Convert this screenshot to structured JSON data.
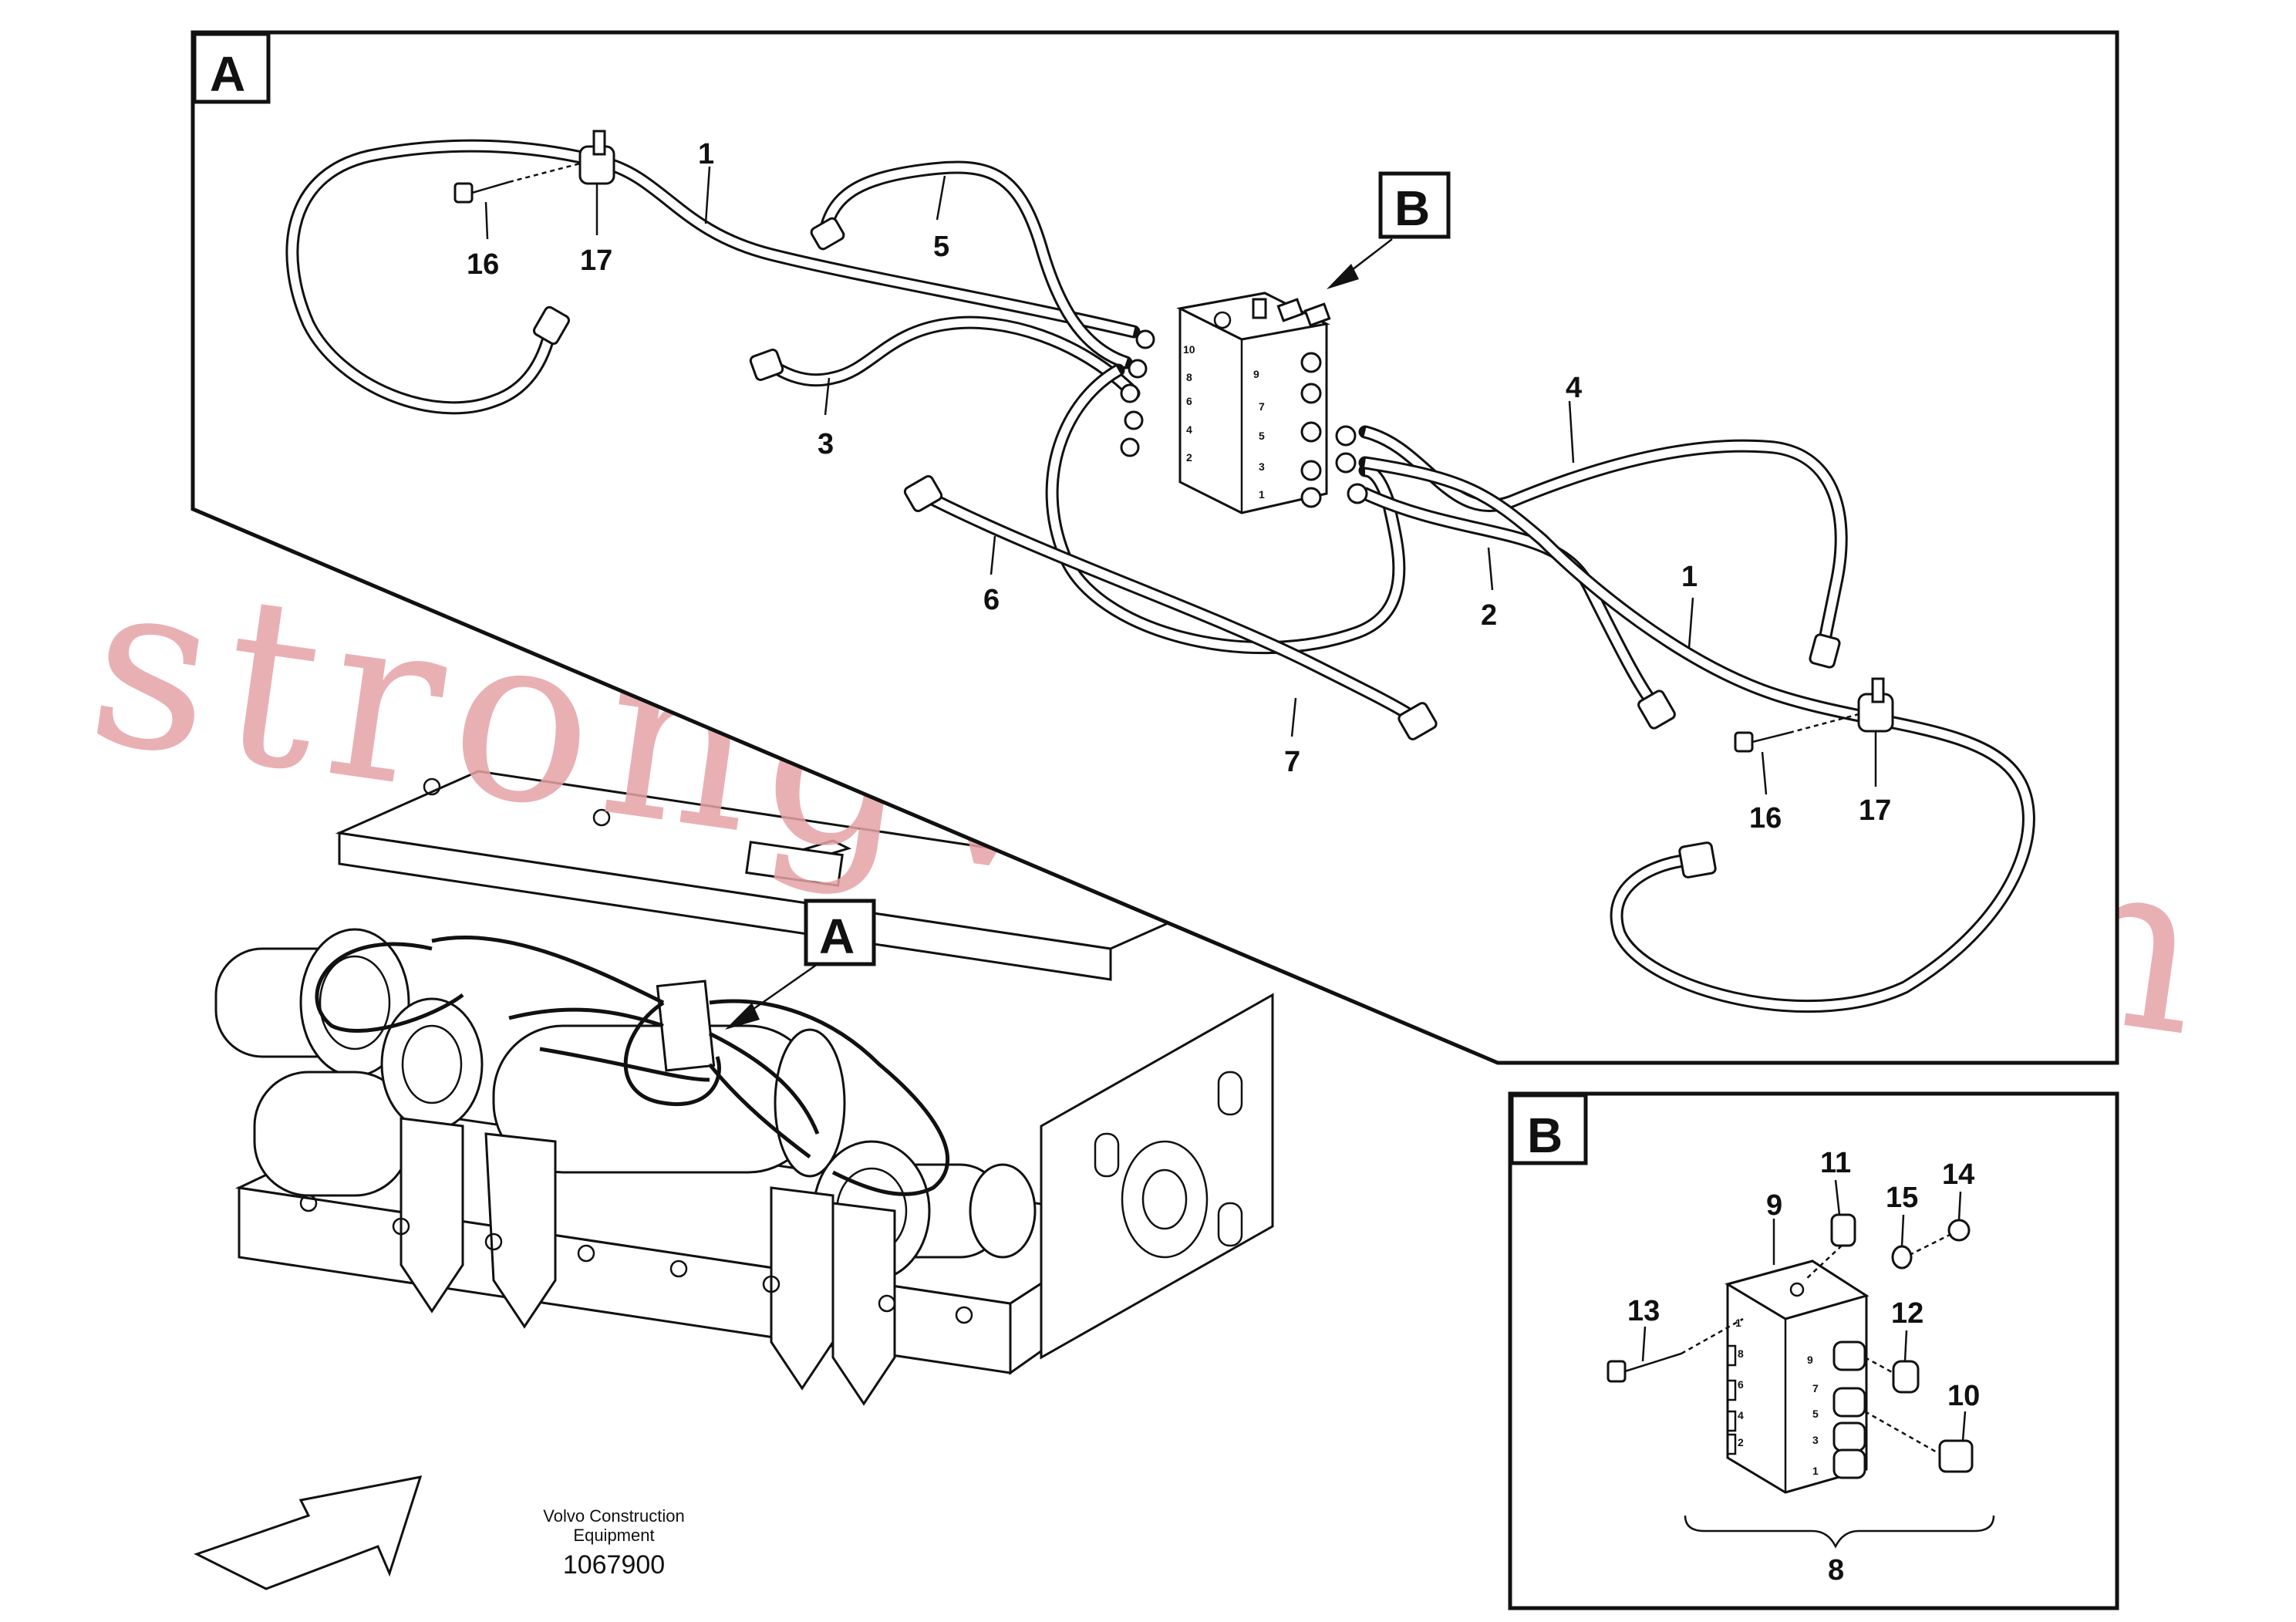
{
  "detail_labels": {
    "a": "A",
    "b": "B"
  },
  "callouts_detail_a": {
    "c1_top": "1",
    "c1_right": "1",
    "c2": "2",
    "c3": "3",
    "c4": "4",
    "c5": "5",
    "c6": "6",
    "c7": "7",
    "c16_left": "16",
    "c17_left": "17",
    "c16_right": "16",
    "c17_right": "17"
  },
  "callouts_detail_b": {
    "c8": "8",
    "c9": "9",
    "c10": "10",
    "c11": "11",
    "c12": "12",
    "c13": "13",
    "c14": "14",
    "c15": "15"
  },
  "port_numbers": {
    "left": [
      "10",
      "8",
      "6",
      "4",
      "2"
    ],
    "right": [
      "9",
      "7",
      "5",
      "3",
      "1"
    ]
  },
  "credit": {
    "line1": "Volvo Construction",
    "line2": "Equipment",
    "drawing_number": "1067900"
  },
  "watermark": "strongvolvo.com"
}
